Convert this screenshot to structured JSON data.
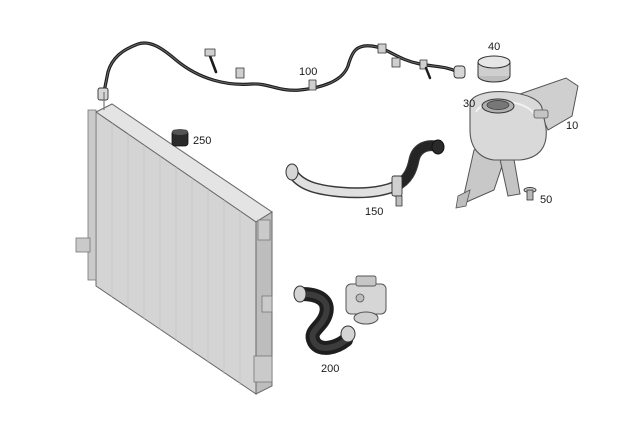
{
  "diagram": {
    "callouts": {
      "p10": "10",
      "p30": "30",
      "p40": "40",
      "p50": "50",
      "p100": "100",
      "p150": "150",
      "p200": "200",
      "p250": "250"
    },
    "colors": {
      "background": "#ffffff",
      "part_fill": "#d9d9d9",
      "part_light": "#ececec",
      "part_stroke": "#555555",
      "hose_dark": "#2a2a2a",
      "hose_outline": "#111111",
      "text": "#1a1a1a"
    }
  }
}
